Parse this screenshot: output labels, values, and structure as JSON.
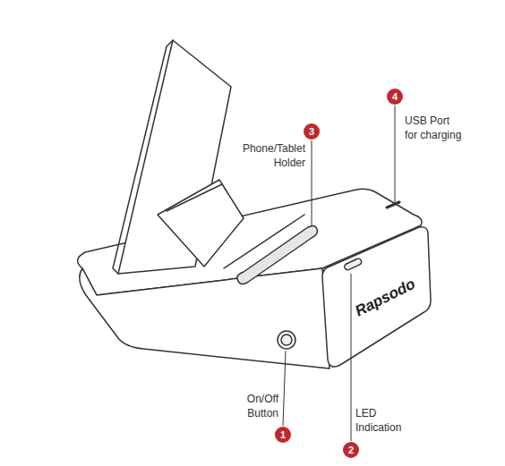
{
  "diagram": {
    "nodes": [
      {
        "text": [
          "4"
        ]
      },
      {
        "text": [
          "3"
        ]
      },
      {
        "text": [
          "1"
        ]
      },
      {
        "text": [
          "2"
        ]
      }
    ],
    "labels": [
      "Phone/Tablet Holder",
      "USB Port for charging",
      "On/Off Button",
      "LED Indication",
      "Rapsodo"
    ]
  }
}
